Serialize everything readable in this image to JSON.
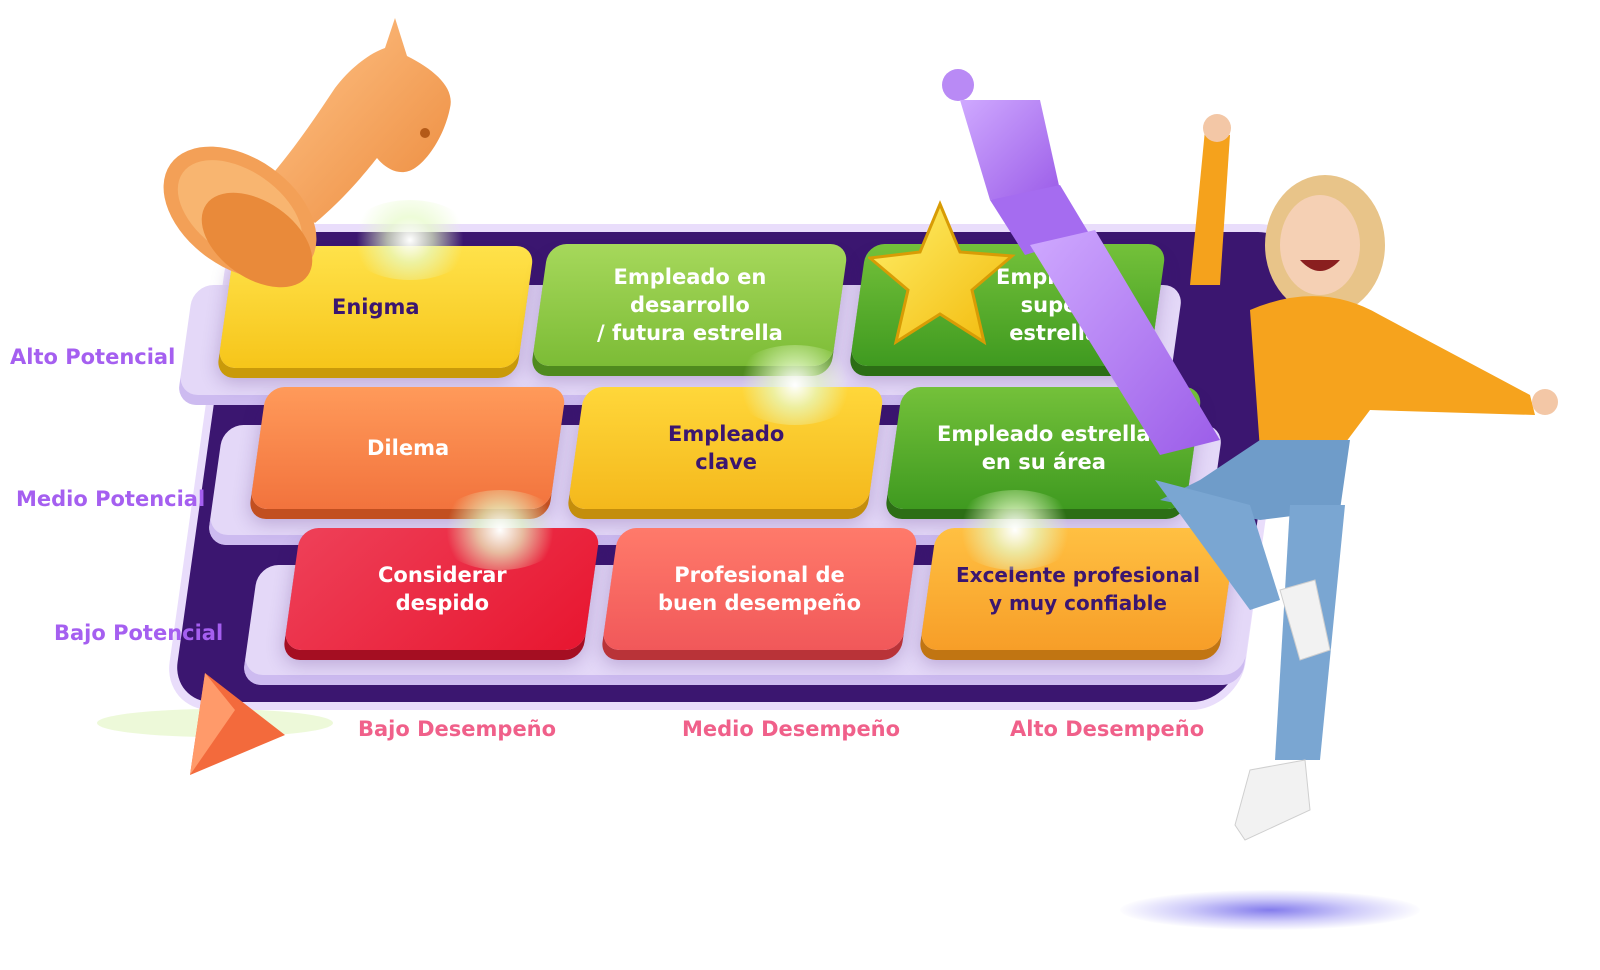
{
  "matrix": {
    "rows": [
      {
        "label": "Alto Potencial",
        "cells": [
          {
            "text": "Enigma"
          },
          {
            "text": "Empleado en\ndesarrollo\n/ futura estrella"
          },
          {
            "text": "Empleado\nsuper\nestrella"
          }
        ]
      },
      {
        "label": "Medio Potencial",
        "cells": [
          {
            "text": "Dilema"
          },
          {
            "text": "Empleado\nclave"
          },
          {
            "text": "Empleado estrella\nen su área"
          }
        ]
      },
      {
        "label": "Bajo Potencial",
        "cells": [
          {
            "text": "Considerar\ndespido"
          },
          {
            "text": "Profesional de\nbuen desempeño"
          },
          {
            "text": "Excelente profesional\ny muy confiable"
          }
        ]
      }
    ],
    "columns": [
      "Bajo Desempeño",
      "Medio Desempeño",
      "Alto Desempeño"
    ]
  },
  "colors": {
    "row_label": "#a55ff0",
    "column_label": "#f0608a",
    "plate": "#3b1670",
    "tray": "#e4d8f8"
  },
  "decorations": {
    "knight": "chess-knight-icon",
    "queen": "chess-queen-icon",
    "star": "star-icon",
    "pyramid": "pyramid-icon",
    "person": "woman-jumping-photo"
  }
}
